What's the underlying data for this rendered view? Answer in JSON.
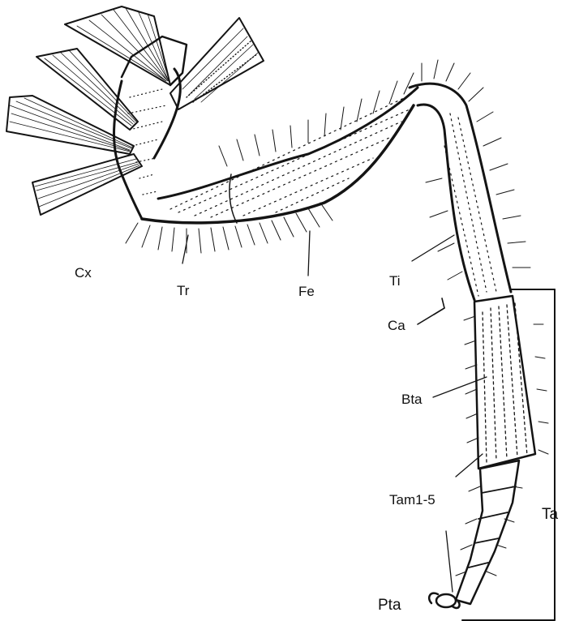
{
  "labels": {
    "coxa": "Cx",
    "trochanter": "Tr",
    "femur": "Fe",
    "tibia": "Ti",
    "calcar": "Ca",
    "basitarsus": "Bta",
    "tarsomeres": "Tam1-5",
    "tarsus": "Ta",
    "pretarsus": "Pta"
  },
  "colors": {
    "ink": "#141414",
    "paper": "#ffffff"
  }
}
